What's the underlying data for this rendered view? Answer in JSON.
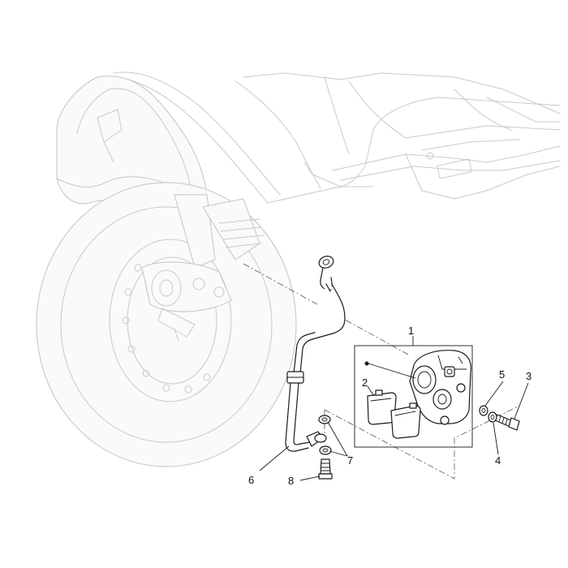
{
  "callouts": [
    {
      "number": "1"
    },
    {
      "number": "2"
    },
    {
      "number": "3"
    },
    {
      "number": "4"
    },
    {
      "number": "5"
    },
    {
      "number": "6"
    },
    {
      "number": "7"
    },
    {
      "number": "8"
    }
  ],
  "colors": {
    "line": "#1a1a1a",
    "ghost": "#c9c9c9",
    "background": "#ffffff"
  }
}
